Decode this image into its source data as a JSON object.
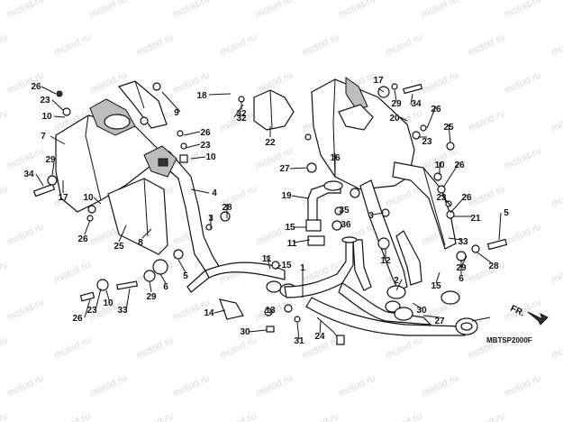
{
  "watermark": "motod.ru",
  "diagram_code": "MBTSP2000F",
  "direction_label": "FR.",
  "colors": {
    "line": "#111111",
    "watermark": "#d9d9d9",
    "shade": "#bdbdbd"
  },
  "callouts": [
    "26",
    "23",
    "10",
    "7",
    "34",
    "29",
    "17",
    "10",
    "26",
    "25",
    "8",
    "26",
    "23",
    "10",
    "33",
    "29",
    "6",
    "5",
    "32",
    "18",
    "9",
    "26",
    "23",
    "10",
    "4",
    "3",
    "28",
    "32",
    "22",
    "16",
    "27",
    "19",
    "15",
    "11",
    "35",
    "36",
    "3",
    "1",
    "11",
    "15",
    "14",
    "13",
    "30",
    "31",
    "24",
    "17",
    "29",
    "34",
    "20",
    "26",
    "23",
    "25",
    "10",
    "26",
    "23",
    "26",
    "21",
    "33",
    "5",
    "6",
    "29",
    "28",
    "12",
    "2",
    "15",
    "30",
    "27"
  ]
}
